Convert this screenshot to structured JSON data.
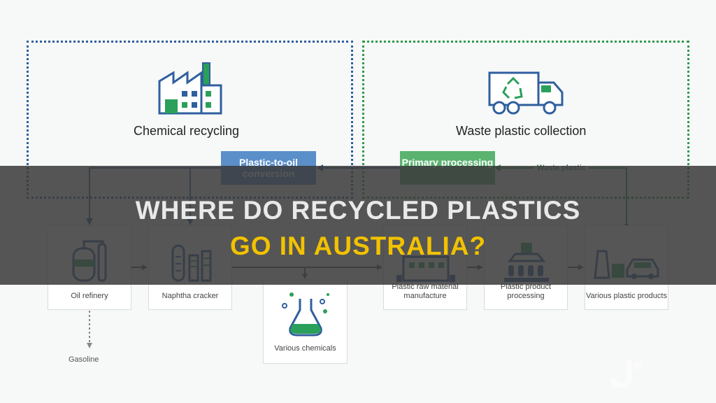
{
  "regions": {
    "left": "Chemical recycling",
    "right": "Waste plastic collection"
  },
  "tags": {
    "plastic_to_oil": "Plastic-to-oil conversion",
    "primary": "Primary processing"
  },
  "flow_label": "Waste plastic",
  "cards": {
    "oil_refinery": "Oil refinery",
    "naphtha_cracker": "Naphtha cracker",
    "various_chemicals": "Various chemicals",
    "raw_material": "Plastic raw material manufacture",
    "product_processing": "Plastic product processing",
    "various_products": "Various plastic products"
  },
  "sub": {
    "gasoline": "Gasoline"
  },
  "headline": {
    "line1": "WHERE DO RECYCLED PLASTICS",
    "line2": "GO IN AUSTRALIA?"
  },
  "colors": {
    "blue": "#2f5f9e",
    "green": "#2f9b4a",
    "accent": "#f2c200"
  }
}
